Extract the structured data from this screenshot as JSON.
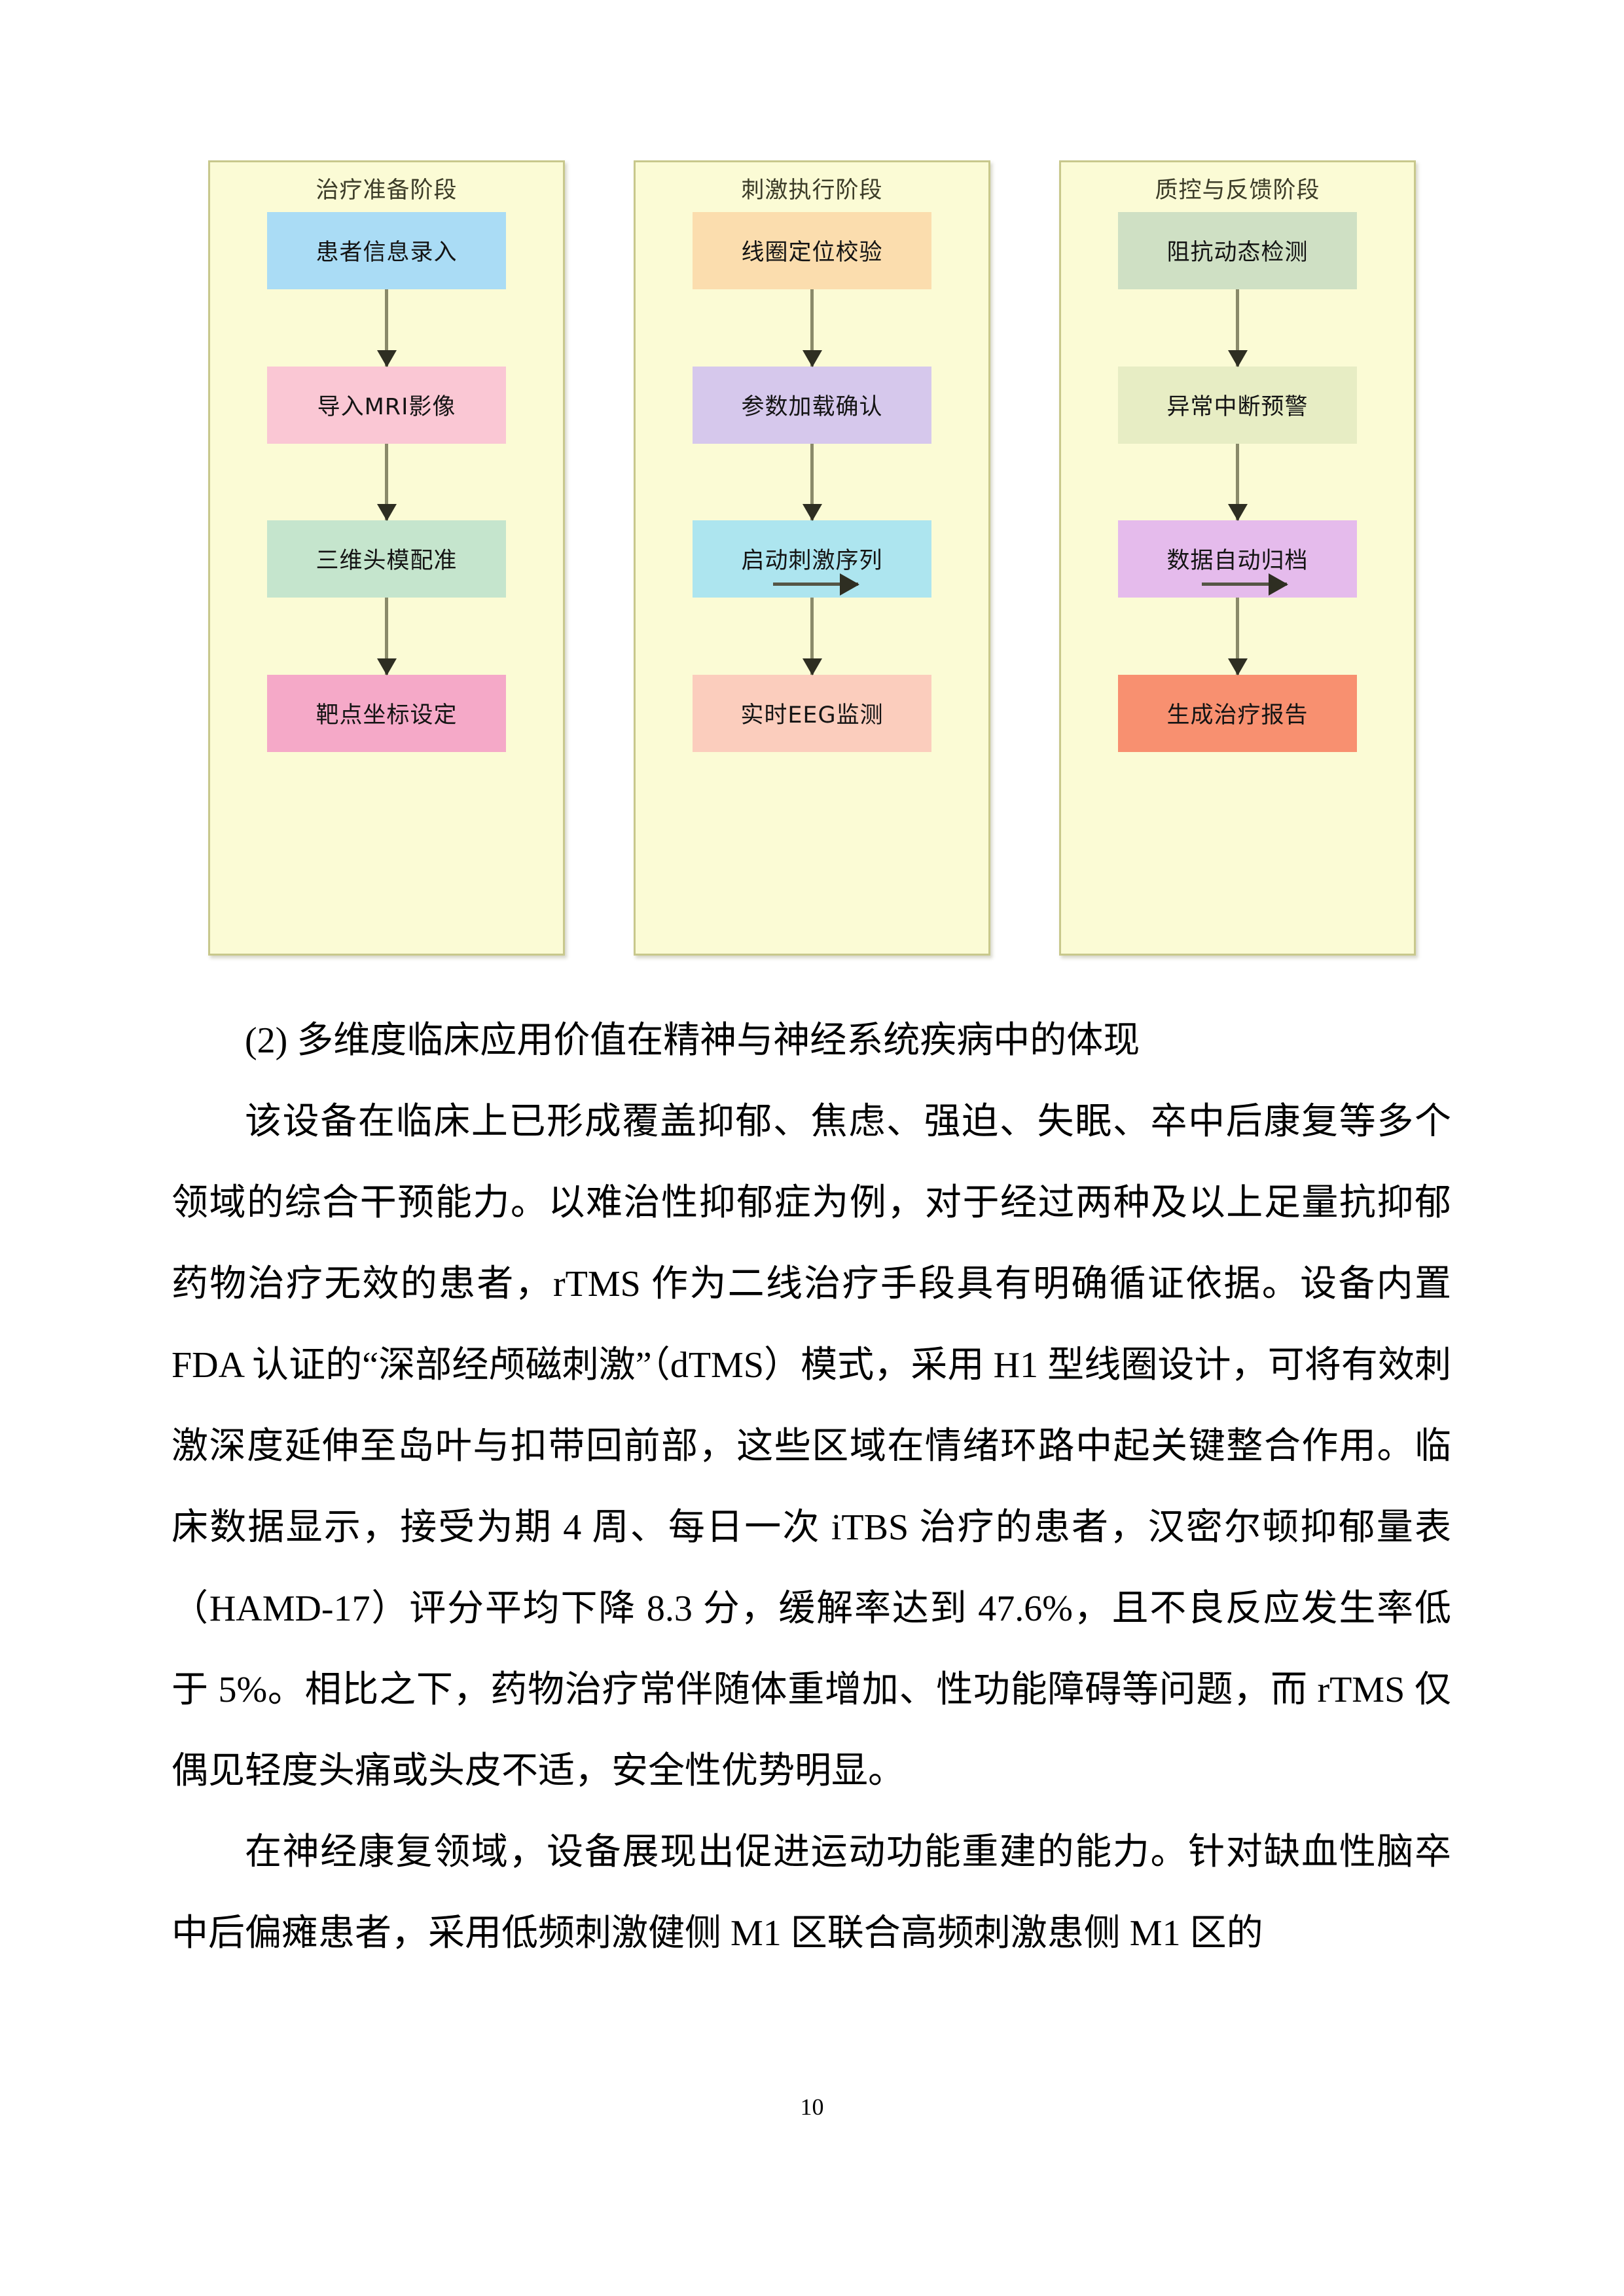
{
  "document": {
    "page_number": "10"
  },
  "figure": {
    "name": "treatment-workflow-flowchart",
    "columns": [
      {
        "title": "治疗准备阶段",
        "panel_bg": "#fbfbd5",
        "panel_border": "#c8c88c",
        "nodes": [
          {
            "label": "患者信息录入",
            "color": "#aadcf5"
          },
          {
            "label": "导入MRI影像",
            "color": "#fac7d4"
          },
          {
            "label": "三维头模配准",
            "color": "#c5e5cd"
          },
          {
            "label": "靶点坐标设定",
            "color": "#f5a9c8"
          }
        ]
      },
      {
        "title": "刺激执行阶段",
        "panel_bg": "#fbfbd5",
        "panel_border": "#c8c88c",
        "nodes": [
          {
            "label": "线圈定位校验",
            "color": "#fbddae"
          },
          {
            "label": "参数加载确认",
            "color": "#d6c8ec"
          },
          {
            "label": "启动刺激序列",
            "color": "#ade5ef"
          },
          {
            "label": "实时EEG监测",
            "color": "#fbcdbd"
          }
        ]
      },
      {
        "title": "质控与反馈阶段",
        "panel_bg": "#fbfbd5",
        "panel_border": "#c8c88c",
        "nodes": [
          {
            "label": "阻抗动态检测",
            "color": "#cfe0c4"
          },
          {
            "label": "异常中断预警",
            "color": "#e7edc4"
          },
          {
            "label": "数据自动归档",
            "color": "#e5bbec"
          },
          {
            "label": "生成治疗报告",
            "color": "#f89070"
          }
        ]
      }
    ],
    "connector_icon": "arrow-down-icon",
    "cross_connector_icon": "arrow-right-icon"
  },
  "content": {
    "heading": "(2) 多维度临床应用价值在精神与神经系统疾病中的体现",
    "paragraph_1": "该设备在临床上已形成覆盖抑郁、焦虑、强迫、失眠、卒中后康复等多个领域的综合干预能力。以难治性抑郁症为例，对于经过两种及以上足量抗抑郁药物治疗无效的患者，rTMS 作为二线治疗手段具有明确循证依据。设备内置 FDA 认证的“深部经颅磁刺激”（dTMS）模式，采用 H1 型线圈设计，可将有效刺激深度延伸至岛叶与扣带回前部，这些区域在情绪环路中起关键整合作用。临床数据显示，接受为期 4 周、每日一次 iTBS 治疗的患者，汉密尔顿抑郁量表（HAMD-17）评分平均下降 8.3 分，缓解率达到 47.6%，且不良反应发生率低于 5%。相比之下，药物治疗常伴随体重增加、性功能障碍等问题，而 rTMS 仅偶见轻度头痛或头皮不适，安全性优势明显。",
    "paragraph_2": "在神经康复领域，设备展现出促进运动功能重建的能力。针对缺血性脑卒中后偏瘫患者，采用低频刺激健侧 M1 区联合高频刺激患侧 M1 区的"
  }
}
